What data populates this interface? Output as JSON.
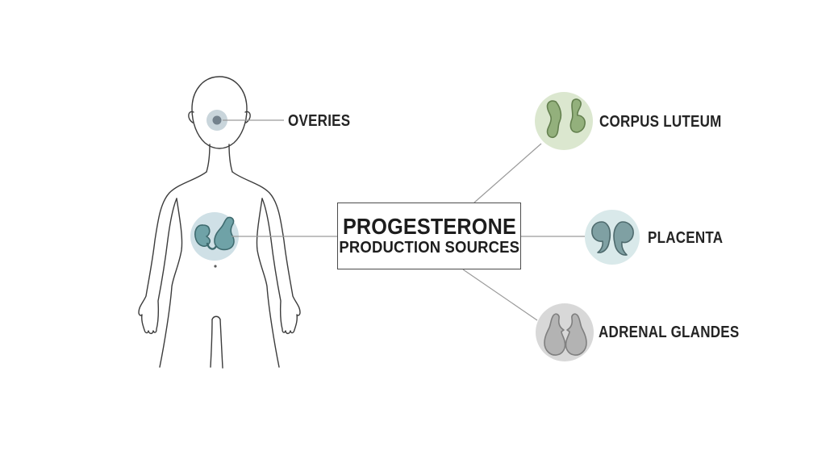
{
  "diagram_title": "PROGESTERONE PRODUCTION SOURCES",
  "center_box": {
    "line1": "PROGESTERONE",
    "line2": "PRODUCTION SOURCES"
  },
  "body_figure": {
    "label": "OVERIES",
    "outline_color": "#3c3c3c",
    "head_highlight_color": "#c9d5db",
    "head_dot_color": "#73818c",
    "abdomen_circle_color": "#cfe0e6",
    "abdomen_icon": "uterus-ovaries-icon",
    "abdomen_icon_fill": "#6fa2a7",
    "abdomen_icon_stroke": "#3f6b6f"
  },
  "nodes": [
    {
      "label": "CORPUS LUTEUM",
      "icon": "corpus-luteum-icon",
      "circle_color": "#dbe7cf",
      "icon_fill": "#93b07c",
      "icon_stroke": "#64804f"
    },
    {
      "label": "PLACENTA",
      "icon": "placenta-icon",
      "circle_color": "#d9e9ea",
      "icon_fill": "#7fa0a3",
      "icon_stroke": "#4e6a6d"
    },
    {
      "label": "ADRENAL GLANDES",
      "icon": "adrenal-glands-icon",
      "circle_color": "#d8d8d8",
      "icon_fill": "#b3b3b3",
      "icon_stroke": "#7f7f7f"
    }
  ],
  "connector_color": "#9a9a9a"
}
